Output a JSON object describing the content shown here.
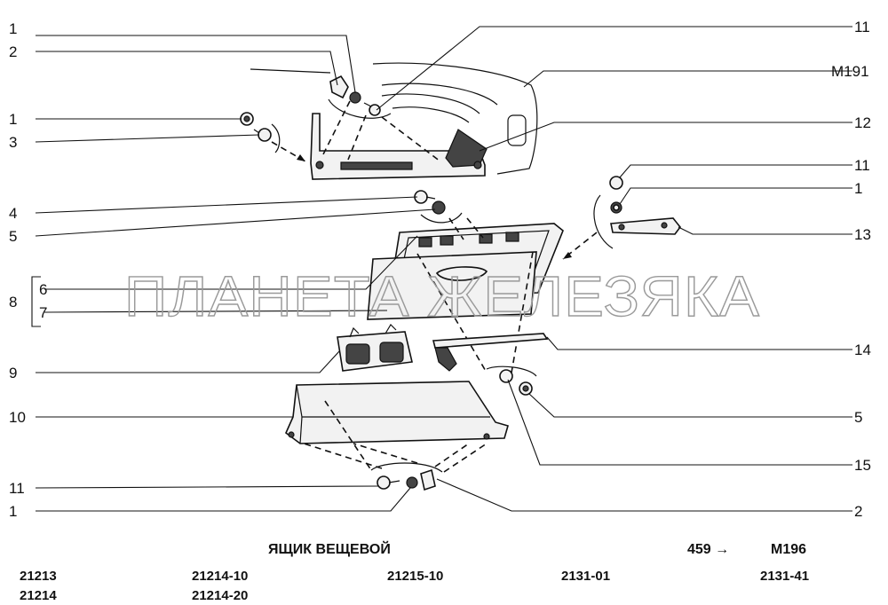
{
  "callouts_left": [
    {
      "id": "l1",
      "text": "1"
    },
    {
      "id": "l2",
      "text": "2"
    },
    {
      "id": "l3",
      "text": "1"
    },
    {
      "id": "l4",
      "text": "3"
    },
    {
      "id": "l5",
      "text": "4"
    },
    {
      "id": "l6",
      "text": "5"
    },
    {
      "id": "l7",
      "text": "6"
    },
    {
      "id": "l8",
      "text": "7"
    },
    {
      "id": "l9",
      "text": "8"
    },
    {
      "id": "l10",
      "text": "9"
    },
    {
      "id": "l11",
      "text": "10"
    },
    {
      "id": "l12",
      "text": "11"
    },
    {
      "id": "l13",
      "text": "1"
    }
  ],
  "callouts_right": [
    {
      "id": "r1",
      "text": "11"
    },
    {
      "id": "r2",
      "text": "M191"
    },
    {
      "id": "r3",
      "text": "12"
    },
    {
      "id": "r4",
      "text": "11"
    },
    {
      "id": "r5",
      "text": "1"
    },
    {
      "id": "r6",
      "text": "13"
    },
    {
      "id": "r7",
      "text": "14"
    },
    {
      "id": "r8",
      "text": "5"
    },
    {
      "id": "r9",
      "text": "15"
    },
    {
      "id": "r10",
      "text": "2"
    }
  ],
  "watermark": "ПЛАНЕТА ЖЕЛЕЗЯКА",
  "footer": {
    "title": "ЯЩИК ВЕЩЕВОЙ",
    "page_ref": "459 →",
    "code": "M196",
    "models": [
      "21213",
      "21214",
      "21214-10",
      "21214-20",
      "21215-10",
      "2131-01",
      "2131-41"
    ]
  }
}
